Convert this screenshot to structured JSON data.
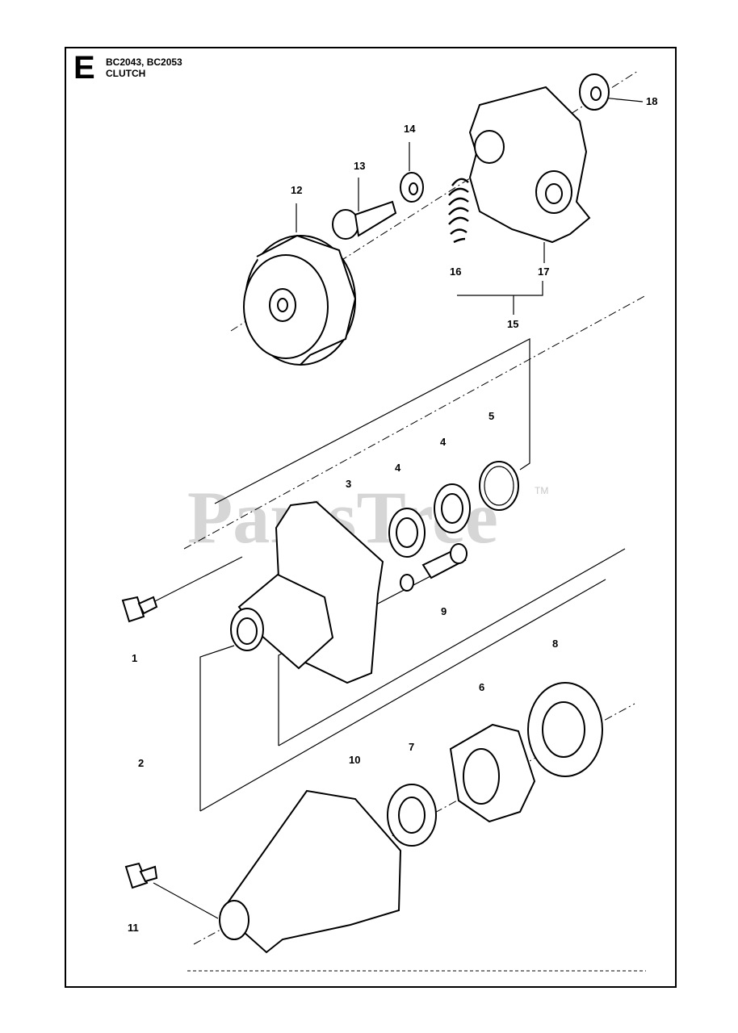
{
  "header": {
    "section_letter": "E",
    "models": "BC2043, BC2053",
    "title": "CLUTCH"
  },
  "watermark": {
    "text": "PartsTree",
    "tm": "TM"
  },
  "callouts": [
    {
      "id": "c1",
      "label": "1"
    },
    {
      "id": "c2",
      "label": "2"
    },
    {
      "id": "c3",
      "label": "3"
    },
    {
      "id": "c4a",
      "label": "4"
    },
    {
      "id": "c4b",
      "label": "4"
    },
    {
      "id": "c5",
      "label": "5"
    },
    {
      "id": "c6",
      "label": "6"
    },
    {
      "id": "c7",
      "label": "7"
    },
    {
      "id": "c8",
      "label": "8"
    },
    {
      "id": "c9",
      "label": "9"
    },
    {
      "id": "c10",
      "label": "10"
    },
    {
      "id": "c11",
      "label": "11"
    },
    {
      "id": "c12",
      "label": "12"
    },
    {
      "id": "c13",
      "label": "13"
    },
    {
      "id": "c14",
      "label": "14"
    },
    {
      "id": "c15",
      "label": "15"
    },
    {
      "id": "c16",
      "label": "16"
    },
    {
      "id": "c17",
      "label": "17"
    },
    {
      "id": "c18",
      "label": "18"
    }
  ]
}
